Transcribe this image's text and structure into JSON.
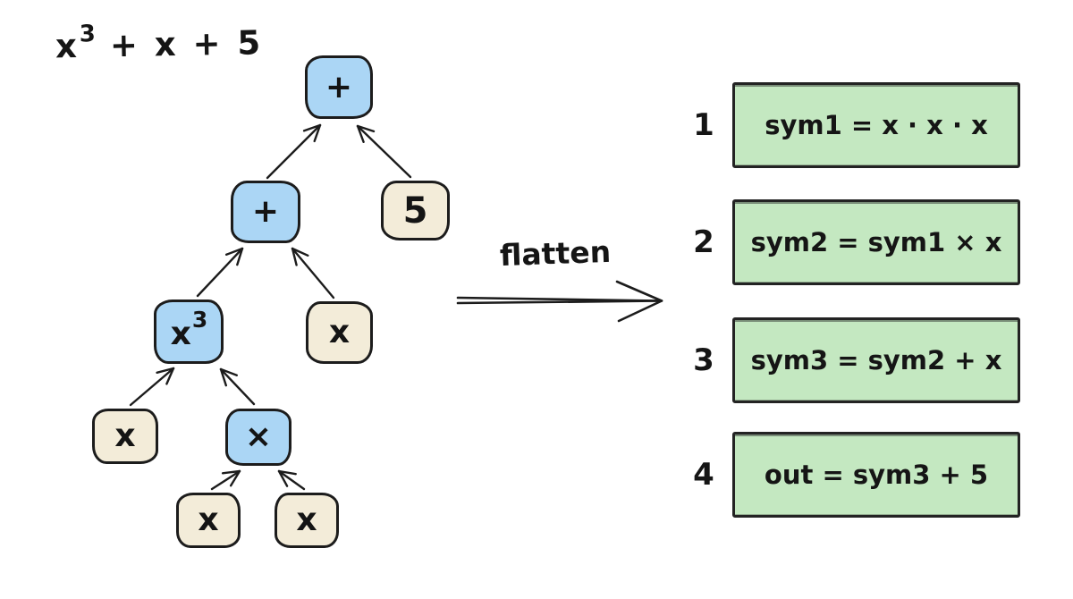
{
  "formula": {
    "base": "x",
    "sup": "3",
    "rest": " + x + 5"
  },
  "flatten": {
    "label": "flatten"
  },
  "colors": {
    "node_blue": "#abd6f5",
    "node_beige": "#f3ecd9",
    "box_green": "#c4e8c1",
    "stroke": "#1c1c1c",
    "background": "#ffffff"
  },
  "tree": {
    "nodes": [
      {
        "id": "add-root",
        "label": "+",
        "kind": "operator",
        "color": "blue"
      },
      {
        "id": "add-inner",
        "label": "+",
        "kind": "operator",
        "color": "blue"
      },
      {
        "id": "const-5",
        "label": "5",
        "kind": "leaf",
        "color": "beige"
      },
      {
        "id": "cube",
        "label": "x",
        "sup": "3",
        "kind": "operator",
        "color": "blue"
      },
      {
        "id": "var-x-mid",
        "label": "x",
        "kind": "leaf",
        "color": "beige"
      },
      {
        "id": "var-x-left",
        "label": "x",
        "kind": "leaf",
        "color": "beige"
      },
      {
        "id": "multiply",
        "label": "×",
        "kind": "operator",
        "color": "blue"
      },
      {
        "id": "var-x-bottom-left",
        "label": "x",
        "kind": "leaf",
        "color": "beige"
      },
      {
        "id": "var-x-bottom-right",
        "label": "x",
        "kind": "leaf",
        "color": "beige"
      }
    ],
    "edges": [
      {
        "from": "add-inner",
        "to": "add-root"
      },
      {
        "from": "const-5",
        "to": "add-root"
      },
      {
        "from": "cube",
        "to": "add-inner"
      },
      {
        "from": "var-x-mid",
        "to": "add-inner"
      },
      {
        "from": "var-x-left",
        "to": "cube"
      },
      {
        "from": "multiply",
        "to": "cube"
      },
      {
        "from": "var-x-bottom-left",
        "to": "multiply"
      },
      {
        "from": "var-x-bottom-right",
        "to": "multiply"
      }
    ]
  },
  "steps": {
    "rows": [
      {
        "num": "1",
        "text": "sym1 = x · x · x"
      },
      {
        "num": "2",
        "text": "sym2 = sym1 × x"
      },
      {
        "num": "3",
        "text": "sym3 = sym2 + x"
      },
      {
        "num": "4",
        "text": "out = sym3 + 5"
      }
    ]
  }
}
